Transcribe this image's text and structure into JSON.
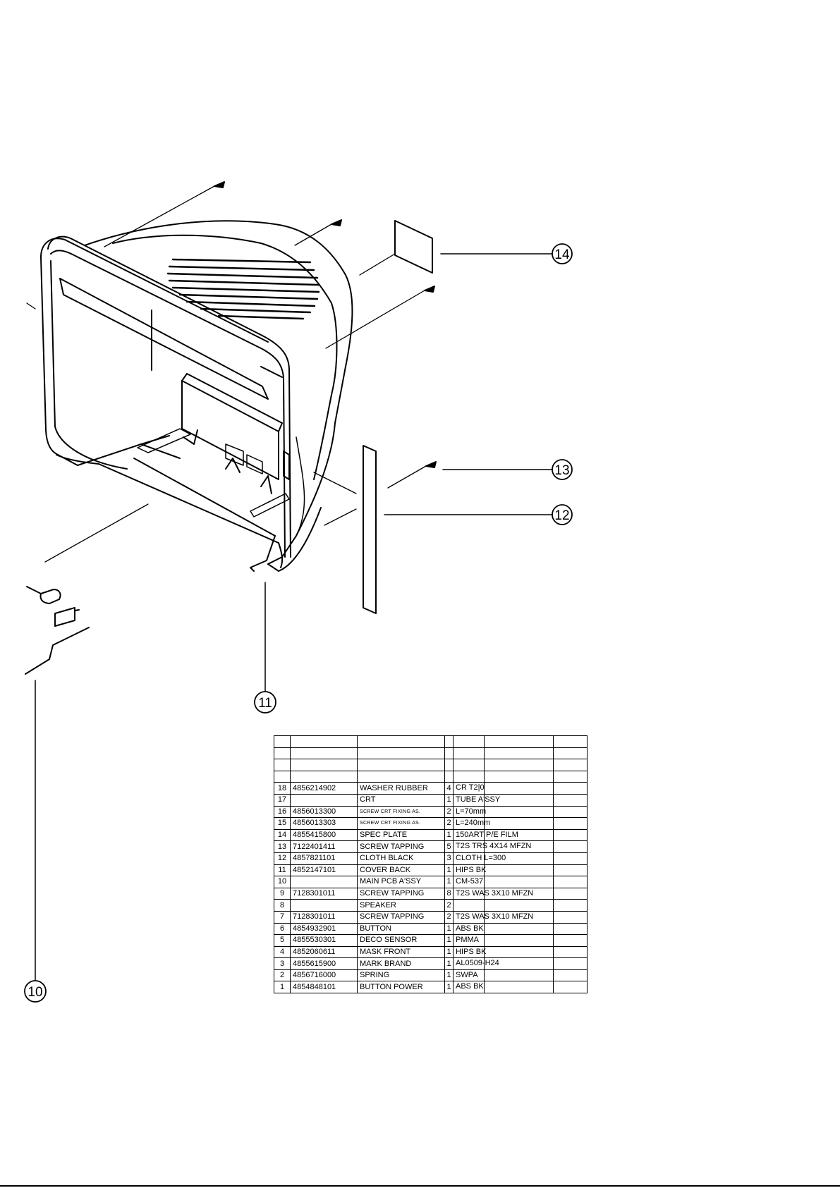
{
  "callouts": [
    "14",
    "13",
    "12",
    "11",
    "10"
  ],
  "parts_table": {
    "blank_rows": 4,
    "rows": [
      {
        "no": "18",
        "code": "4856214902",
        "name": "WASHER RUBBER",
        "qty": "4",
        "spec": "CR T2|0",
        "small": false
      },
      {
        "no": "17",
        "code": "",
        "name": "CRT",
        "qty": "1",
        "spec": "TUBE A'SSY",
        "small": false
      },
      {
        "no": "16",
        "code": "4856013300",
        "name": "SCREW CRT FIXING AS.",
        "qty": "2",
        "spec": "L=70mm",
        "small": true
      },
      {
        "no": "15",
        "code": "4856013303",
        "name": "SCREW CRT FIXING AS.",
        "qty": "2",
        "spec": "L=240mm",
        "small": true
      },
      {
        "no": "14",
        "code": "4855415800",
        "name": "SPEC PLATE",
        "qty": "1",
        "spec": "150ART P/E FILM",
        "small": false
      },
      {
        "no": "13",
        "code": "7122401411",
        "name": "SCREW TAPPING",
        "qty": "5",
        "spec": "T2S TRS 4X14 MFZN",
        "small": false
      },
      {
        "no": "12",
        "code": "4857821101",
        "name": "CLOTH BLACK",
        "qty": "3",
        "spec": "CLOTH L=300",
        "small": false
      },
      {
        "no": "11",
        "code": "4852147101",
        "name": "COVER BACK",
        "qty": "1",
        "spec": "HIPS BK",
        "small": false
      },
      {
        "no": "10",
        "code": "",
        "name": "MAIN PCB A'SSY",
        "qty": "1",
        "spec": "CM-537",
        "small": false
      },
      {
        "no": "9",
        "code": "7128301011",
        "name": "SCREW TAPPING",
        "qty": "8",
        "spec": "T2S WAS 3X10 MFZN",
        "small": false
      },
      {
        "no": "8",
        "code": "",
        "name": "SPEAKER",
        "qty": "2",
        "spec": "",
        "small": false
      },
      {
        "no": "7",
        "code": "7128301011",
        "name": "SCREW TAPPING",
        "qty": "2",
        "spec": "T2S WAS 3X10 MFZN",
        "small": false
      },
      {
        "no": "6",
        "code": "4854932901",
        "name": "BUTTON",
        "qty": "1",
        "spec": "ABS BK",
        "small": false
      },
      {
        "no": "5",
        "code": "4855530301",
        "name": "DECO SENSOR",
        "qty": "1",
        "spec": "PMMA",
        "small": false
      },
      {
        "no": "4",
        "code": "4852060611",
        "name": "MASK FRONT",
        "qty": "1",
        "spec": "HIPS BK",
        "small": false
      },
      {
        "no": "3",
        "code": "4855615900",
        "name": "MARK BRAND",
        "qty": "1",
        "spec": "AL0509-H24",
        "small": false
      },
      {
        "no": "2",
        "code": "4856716000",
        "name": "SPRING",
        "qty": "1",
        "spec": "SWPA",
        "small": false
      },
      {
        "no": "1",
        "code": "4854848101",
        "name": "BUTTON POWER",
        "qty": "1",
        "spec": "ABS BK",
        "small": false
      }
    ]
  }
}
